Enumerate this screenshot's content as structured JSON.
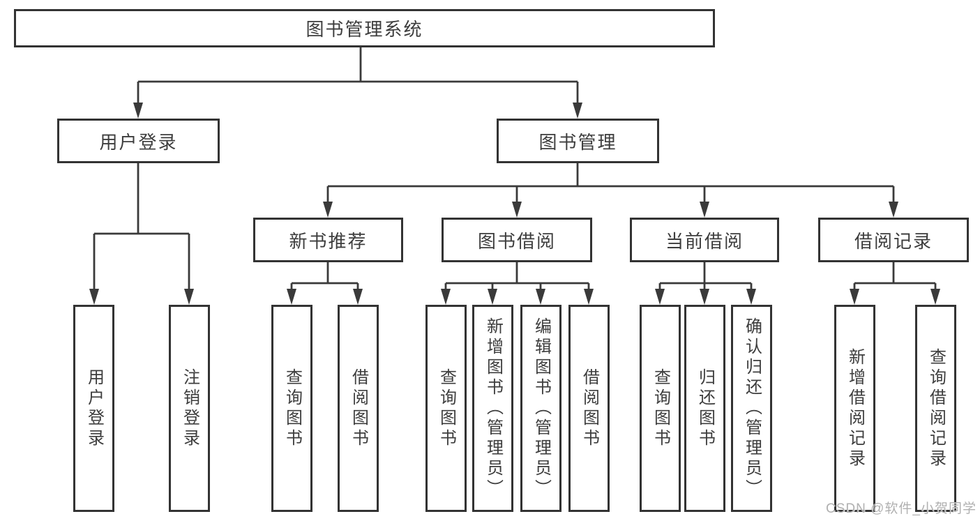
{
  "tree": {
    "label": "图书管理系统",
    "children": [
      {
        "label": "用户登录",
        "children": [
          {
            "label": "用户登录"
          },
          {
            "label": "注销登录"
          }
        ]
      },
      {
        "label": "图书管理",
        "children": [
          {
            "label": "新书推荐",
            "children": [
              {
                "label": "查询图书"
              },
              {
                "label": "借阅图书"
              }
            ]
          },
          {
            "label": "图书借阅",
            "children": [
              {
                "label": "查询图书"
              },
              {
                "label": "新增图书（管理员）"
              },
              {
                "label": "编辑图书（管理员）"
              },
              {
                "label": "借阅图书"
              }
            ]
          },
          {
            "label": "当前借阅",
            "children": [
              {
                "label": "查询图书"
              },
              {
                "label": "归还图书"
              },
              {
                "label": "确认归还（管理员）"
              }
            ]
          },
          {
            "label": "借阅记录",
            "children": [
              {
                "label": "新增借阅记录"
              },
              {
                "label": "查询借阅记录"
              }
            ]
          }
        ]
      }
    ]
  },
  "watermark": "CSDN @软件_小贺同学",
  "colors": {
    "line": "#3a3a3a",
    "box_border": "#333333",
    "text": "#3d3d3d",
    "background": "#ffffff",
    "watermark": "#b0b0b0"
  }
}
